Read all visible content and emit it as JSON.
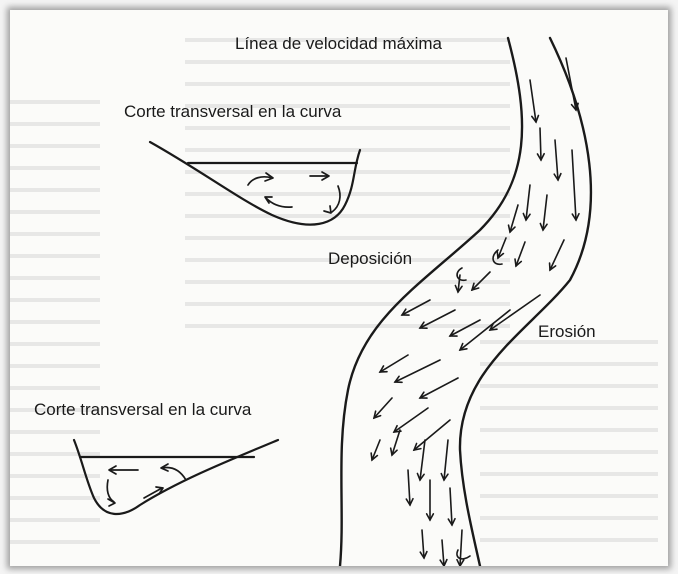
{
  "labels": {
    "max_velocity_line": "Línea de velocidad máxima",
    "cross_section_top": "Corte transversal en la curva",
    "deposition": "Deposición",
    "erosion": "Erosión",
    "cross_section_bottom": "Corte transversal en la curva"
  },
  "colors": {
    "ink": "#1a1a1a",
    "paper": "#fbfbf9",
    "background_text": "#8f8f8f"
  }
}
